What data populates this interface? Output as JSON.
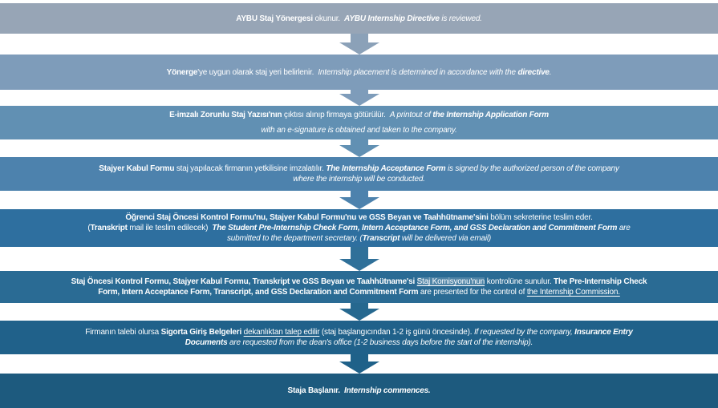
{
  "page": {
    "background": "#ffffff",
    "text_color": "#ffffff"
  },
  "flowchart": {
    "blocks": [
      {
        "name": "read-directive",
        "color": "#97a5b6",
        "arrow_color": "#8ba1b8",
        "height": 38,
        "gap_below": 26,
        "lines": [
          [
            {
              "text": "AYBU Staj Yönergesi",
              "bold": true
            },
            {
              "text": " okunur.  "
            },
            {
              "text": "AYBU Internship Directive",
              "bold": true,
              "italic": true
            },
            {
              "text": " is reviewed.",
              "italic": true
            }
          ]
        ]
      },
      {
        "name": "determine-placement",
        "color": "#7e9cba",
        "arrow_color": "#7e9cba",
        "height": 44,
        "gap_below": 20,
        "lines": [
          [
            {
              "text": "Yönerge",
              "bold": true
            },
            {
              "text": "'ye uygun olarak staj yeri belirlenir.  "
            },
            {
              "text": "Internship placement is determined in accordance with the ",
              "italic": true
            },
            {
              "text": "directive",
              "bold": true,
              "italic": true
            },
            {
              "text": ".",
              "italic": true
            }
          ]
        ]
      },
      {
        "name": "application-form-printout",
        "color": "#6190b3",
        "arrow_color": "#6190b3",
        "height": 42,
        "gap_below": 22,
        "lines": [
          [
            {
              "text": "E-imzalı Zorunlu Staj Yazısı'nın",
              "bold": true
            },
            {
              "text": " çıktısı alınıp firmaya götürülür.  "
            },
            {
              "text": "A printout of ",
              "italic": true
            },
            {
              "text": "the Internship Application Form",
              "bold": true,
              "italic": true
            }
          ],
          [
            {
              "text": "with an e-signature is obtained and taken to the company.",
              "italic": true
            }
          ]
        ]
      },
      {
        "name": "acceptance-form-signed",
        "color": "#4d82ad",
        "arrow_color": "#4d82ad",
        "height": 42,
        "gap_below": 23,
        "lines": [
          [
            {
              "text": "Stajyer Kabul Formu",
              "bold": true
            },
            {
              "text": " staj yapılacak firmanın yetkilisine imzalatılır. "
            },
            {
              "text": "The Internship Acceptance Form",
              "bold": true,
              "italic": true
            },
            {
              "text": " is signed by the authorized person of the company",
              "italic": true
            }
          ],
          [
            {
              "text": "where the internship will be conducted.",
              "italic": true
            }
          ]
        ]
      },
      {
        "name": "submit-forms-to-secretary",
        "color": "#2e6f9f",
        "arrow_color": "#2f7099",
        "height": 47,
        "gap_below": 30,
        "lines": [
          [
            {
              "text": "Öğrenci Staj Öncesi Kontrol Formu'nu, Stajyer Kabul Formu'nu ve GSS Beyan ve Taahhütname'sini",
              "bold": true
            },
            {
              "text": " bölüm sekreterine teslim eder."
            }
          ],
          [
            {
              "text": "("
            },
            {
              "text": "Transkript",
              "bold": true
            },
            {
              "text": " mail ile teslim edilecek)  "
            },
            {
              "text": "The Student Pre-Internship Check Form, Intern Acceptance Form, and GSS Declaration and Commitment Form",
              "bold": true,
              "italic": true
            },
            {
              "text": " are",
              "italic": true
            }
          ],
          [
            {
              "text": "submitted to the department secretary. (",
              "italic": true
            },
            {
              "text": "Transcript",
              "bold": true,
              "italic": true
            },
            {
              "text": " will be delivered via email)",
              "italic": true
            }
          ]
        ]
      },
      {
        "name": "commission-review",
        "color": "#2a6b94",
        "arrow_color": "#26688f",
        "height": 40,
        "gap_below": 22,
        "lines": [
          [
            {
              "text": "Staj Öncesi Kontrol Formu, Stajyer Kabul Formu, Transkript ve GSS Beyan ve Taahhütname'si",
              "bold": true
            },
            {
              "text": " "
            },
            {
              "text": "Staj Komisyonu'nun",
              "underline": true,
              "highlight": true
            },
            {
              "text": " kontrolüne sunulur. "
            },
            {
              "text": "The Pre-Internship Check",
              "bold": true
            }
          ],
          [
            {
              "text": "Form, Intern Acceptance Form, Transcript, and GSS Declaration and Commitment Form",
              "bold": true
            },
            {
              "text": " are presented for the control of "
            },
            {
              "text": "the Internship Commission.",
              "underline": true
            }
          ]
        ]
      },
      {
        "name": "insurance-documents",
        "color": "#20618a",
        "arrow_color": "#1f6189",
        "height": 42,
        "gap_below": 24,
        "lines": [
          [
            {
              "text": "Firmanın talebi olursa "
            },
            {
              "text": "Sigorta Giriş Belgeleri",
              "bold": true
            },
            {
              "text": " "
            },
            {
              "text": "dekanlıktan talep edilir",
              "underline": true
            },
            {
              "text": " (staj başlangıcından 1-2 iş günü öncesinde). "
            },
            {
              "text": "If requested by the company, ",
              "italic": true
            },
            {
              "text": "Insurance Entry",
              "bold": true,
              "italic": true
            }
          ],
          [
            {
              "text": "Documents",
              "bold": true,
              "italic": true
            },
            {
              "text": " are requested from the dean's office (1-2 business days before the start of the internship).",
              "italic": true
            }
          ]
        ]
      },
      {
        "name": "internship-starts",
        "color": "#1d5a7e",
        "arrow_color": null,
        "height": 43,
        "gap_below": 0,
        "lines": [
          [
            {
              "text": "Staja Başlanır.",
              "bold": true
            },
            {
              "text": "  "
            },
            {
              "text": "Internship commences.",
              "bold": true,
              "italic": true
            }
          ]
        ]
      }
    ]
  }
}
